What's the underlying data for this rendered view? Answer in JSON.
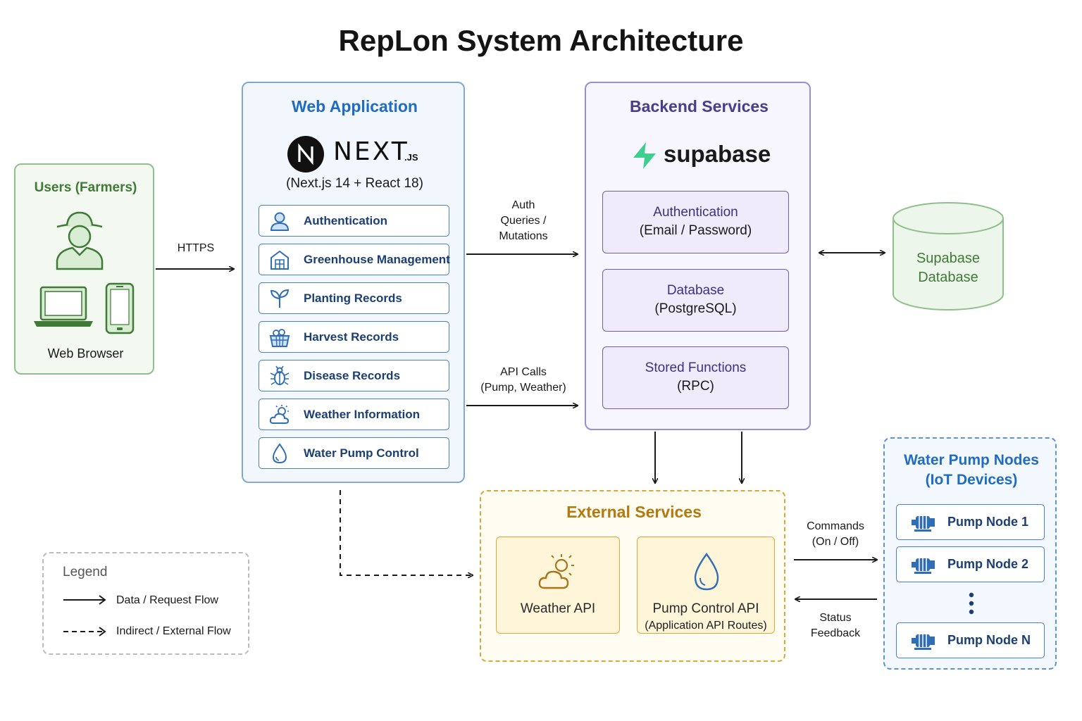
{
  "title": "RepLon System Architecture",
  "users": {
    "title": "Users (Farmers)",
    "caption": "Web Browser"
  },
  "web_app": {
    "title": "Web Application",
    "logo_text": "NEXT",
    "logo_suffix": ".JS",
    "subtitle": "(Next.js 14 + React 18)",
    "features": [
      {
        "label": "Authentication",
        "icon": "user-icon"
      },
      {
        "label": "Greenhouse Management",
        "icon": "greenhouse-icon"
      },
      {
        "label": "Planting Records",
        "icon": "sprout-icon"
      },
      {
        "label": "Harvest Records",
        "icon": "basket-icon"
      },
      {
        "label": "Disease Records",
        "icon": "bug-icon"
      },
      {
        "label": "Weather Information",
        "icon": "sun-cloud-icon"
      },
      {
        "label": "Water Pump Control",
        "icon": "water-drop-icon"
      }
    ]
  },
  "backend": {
    "title": "Backend Services",
    "logo_text": "supabase",
    "boxes": [
      {
        "line1": "Authentication",
        "line2": "(Email / Password)"
      },
      {
        "line1": "Database",
        "line2": "(PostgreSQL)"
      },
      {
        "line1": "Stored Functions",
        "line2": "(RPC)"
      }
    ]
  },
  "database": {
    "line1": "Supabase",
    "line2": "Database"
  },
  "external": {
    "title": "External Services",
    "weather": {
      "name": "Weather API"
    },
    "pump": {
      "name": "Pump Control API",
      "sub": "(Application API Routes)"
    }
  },
  "pump_nodes": {
    "title_line1": "Water Pump Nodes",
    "title_line2": "(IoT Devices)",
    "nodes": [
      "Pump Node 1",
      "Pump Node 2",
      "Pump Node N"
    ]
  },
  "legend": {
    "title": "Legend",
    "solid": "Data / Request Flow",
    "dashed": "Indirect / External Flow"
  },
  "arrows": {
    "https": "HTTPS",
    "auth_line1": "Auth",
    "auth_line2": "Queries /",
    "auth_line3": "Mutations",
    "api_line1": "API Calls",
    "api_line2": "(Pump, Weather)",
    "cmd_line1": "Commands",
    "cmd_line2": "(On / Off)",
    "status_line1": "Status",
    "status_line2": "Feedback"
  },
  "colors": {
    "users_green": "#3f7a37",
    "web_blue": "#1f6cc0",
    "backend_purple": "#4a3d8c",
    "external_gold": "#b47a10",
    "supabase_green": "#3ecf8e"
  }
}
